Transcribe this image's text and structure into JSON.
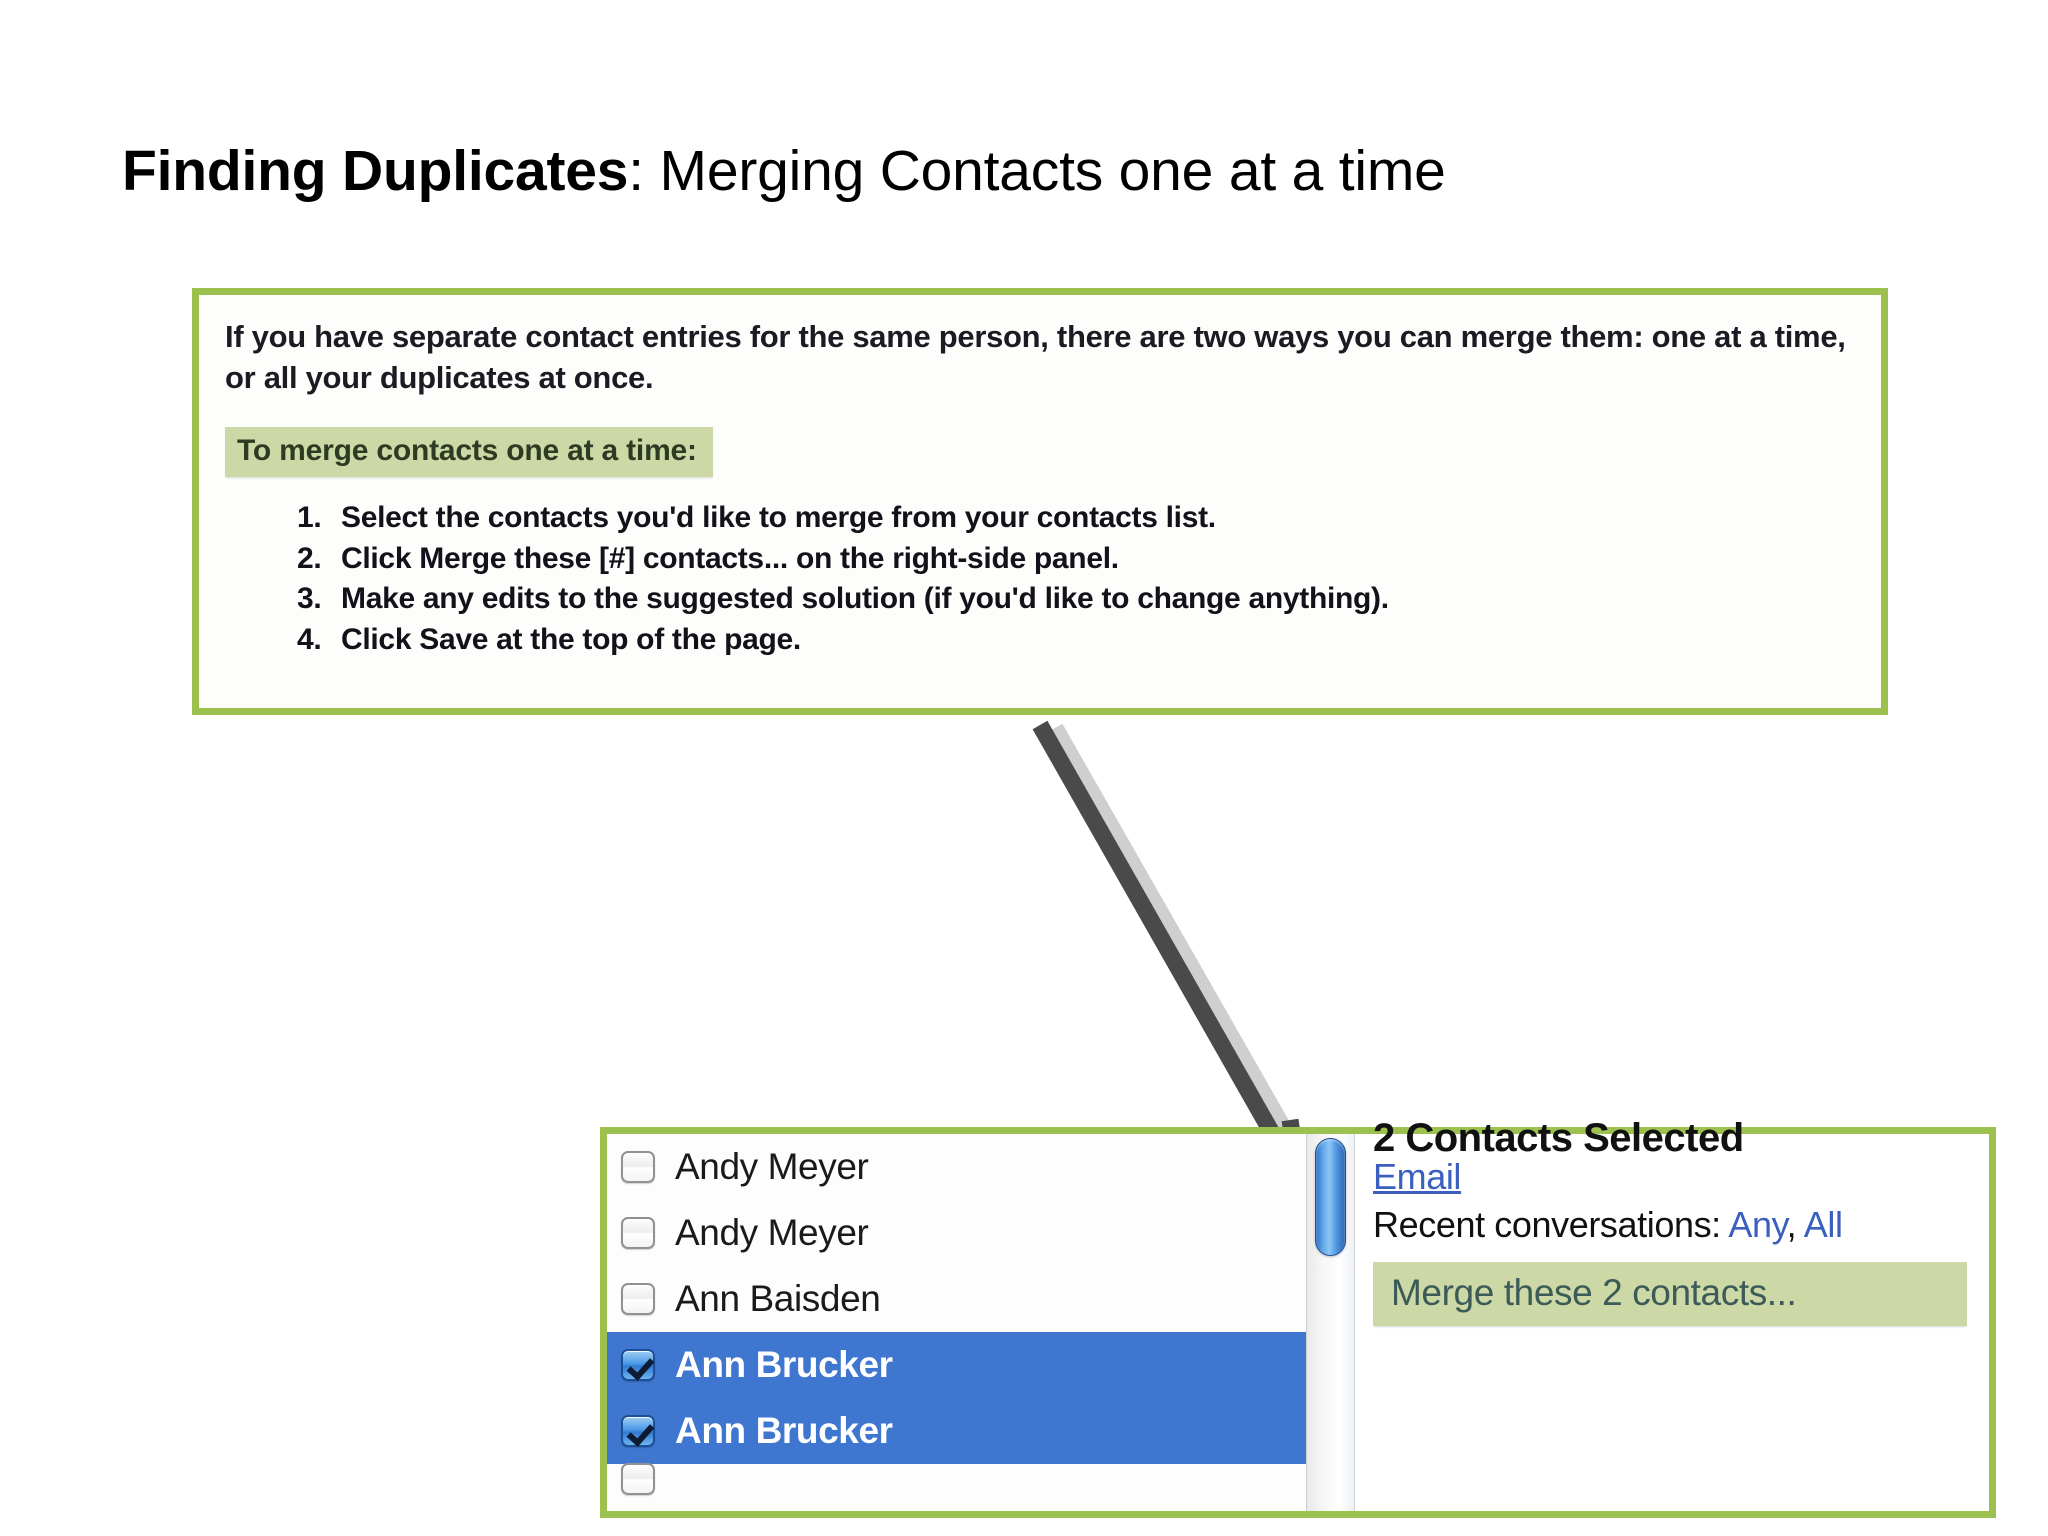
{
  "slide": {
    "title_bold": "Finding Duplicates",
    "title_rest": ": Merging Contacts one at a time"
  },
  "help_screenshot": {
    "intro": "If you have separate contact entries for the same person, there are two ways you can merge them: one at a time, or all your duplicates at once.",
    "subheading": "To merge contacts one at a time:",
    "steps": [
      {
        "pre": "Select the contacts you'd like to merge from your contacts list.",
        "bold": "",
        "post": ""
      },
      {
        "pre": "Click ",
        "bold": "Merge these [#] contacts...",
        "post": " on the right-side panel."
      },
      {
        "pre": "Make any edits to the suggested solution (if you'd like to change anything).",
        "bold": "",
        "post": ""
      },
      {
        "pre": "Click ",
        "bold": "Save",
        "post": " at the top of the page."
      }
    ]
  },
  "contacts_screenshot": {
    "contacts": [
      {
        "name": "Andy Meyer",
        "checked": false,
        "selected": false
      },
      {
        "name": "Andy Meyer",
        "checked": false,
        "selected": false
      },
      {
        "name": "Ann Baisden",
        "checked": false,
        "selected": false
      },
      {
        "name": "Ann Brucker",
        "checked": true,
        "selected": true
      },
      {
        "name": "Ann Brucker",
        "checked": true,
        "selected": true
      }
    ],
    "detail_panel": {
      "heading": "2 Contacts Selected",
      "email_link": "Email",
      "recent_label": "Recent conversations: ",
      "recent_any": "Any",
      "recent_separator": ", ",
      "recent_all": "All",
      "merge_action": "Merge these 2 contacts..."
    }
  },
  "colors": {
    "frame_border": "#9dc14f",
    "highlight_green": "#ccd9a6",
    "selected_row_blue": "#3f76d0",
    "link_blue": "#3a5fbf",
    "arrow_dark": "#4a4a4a",
    "arrow_light": "#cfcfcf"
  }
}
